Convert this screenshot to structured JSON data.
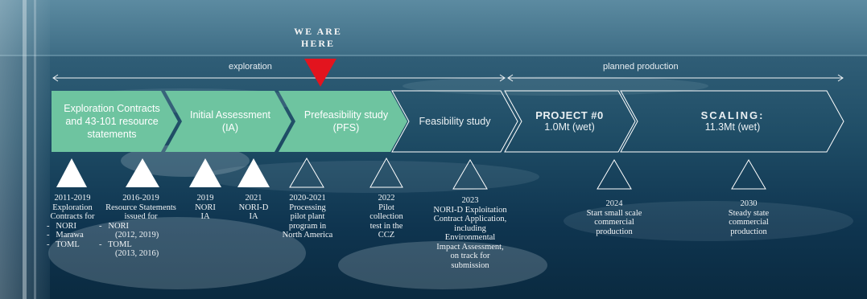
{
  "header": {
    "we_are_here": [
      "WE ARE",
      "HERE"
    ]
  },
  "phases": {
    "exploration": "exploration",
    "planned_production": "planned production"
  },
  "stages": [
    {
      "lines": [
        "Exploration Contracts",
        "and 43-101 resource",
        "statements"
      ],
      "style": "filled"
    },
    {
      "lines": [
        "Initial Assessment",
        "(IA)"
      ],
      "style": "filled"
    },
    {
      "lines": [
        "Prefeasibility study",
        "(PFS)"
      ],
      "style": "filled"
    },
    {
      "lines": [
        "Feasibility study"
      ],
      "style": "outline"
    },
    {
      "lines": [
        "PROJECT #0",
        "1.0Mt (wet)"
      ],
      "style": "outline"
    },
    {
      "lines": [
        "SCALING:",
        "11.3Mt (wet)"
      ],
      "style": "outline"
    }
  ],
  "milestones": [
    {
      "lines": [
        "2011-2019",
        "Exploration",
        "Contracts for",
        "-   NORI",
        "-   Marawa",
        "-   TOML"
      ],
      "marker": "filled"
    },
    {
      "lines": [
        "2016-2019",
        "Resource Statements",
        "issued for",
        "-   NORI",
        "(2012, 2019)",
        "-   TOML",
        "(2013, 2016)"
      ],
      "marker": "filled"
    },
    {
      "lines": [
        "2019",
        "NORI",
        "IA"
      ],
      "marker": "filled"
    },
    {
      "lines": [
        "2021",
        "NORI-D",
        "IA"
      ],
      "marker": "filled"
    },
    {
      "lines": [
        "2020-2021",
        "Processing",
        "pilot plant",
        "program in",
        "North America"
      ],
      "marker": "outline"
    },
    {
      "lines": [
        "2022",
        "Pilot",
        "collection",
        "test in the",
        "CCZ"
      ],
      "marker": "outline"
    },
    {
      "lines": [
        "2023",
        "NORI-D Exploitation",
        "Contract Application,",
        "including",
        "Environmental",
        "Impact Assessment,",
        "on track for",
        "submission"
      ],
      "marker": "outline"
    },
    {
      "lines": [
        "2024",
        "Start small scale",
        "commercial",
        "production"
      ],
      "marker": "outline"
    },
    {
      "lines": [
        "2030",
        "Steady state",
        "commercial",
        "production"
      ],
      "marker": "outline"
    }
  ],
  "colors": {
    "stage_fill": "#6ec4a0",
    "marker_red": "#e3141e",
    "outline_white": "#ffffff",
    "sea_dark": "#0f3550"
  }
}
